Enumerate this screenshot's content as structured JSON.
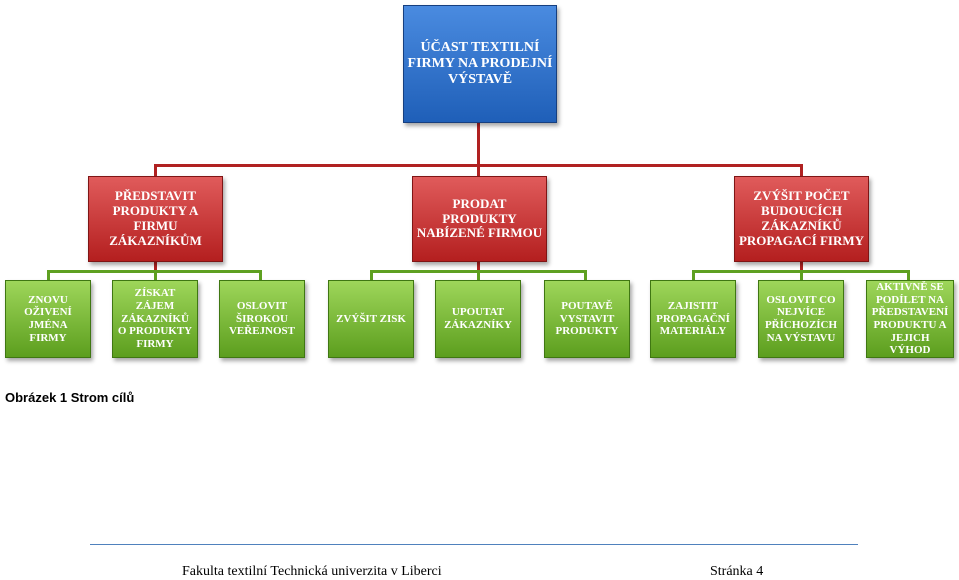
{
  "root": {
    "label": "ÚČAST TEXTILNÍ FIRMY NA PRODEJNÍ VÝSTAVĚ"
  },
  "level1": [
    {
      "label": "PŘEDSTAVIT PRODUKTY A FIRMU ZÁKAZNÍKŮM"
    },
    {
      "label": "PRODAT PRODUKTY NABÍZENÉ FIRMOU"
    },
    {
      "label": "ZVÝŠIT POČET BUDOUCÍCH ZÁKAZNÍKŮ PROPAGACÍ FIRMY"
    }
  ],
  "level2": [
    {
      "label": "ZNOVU OŽIVENÍ JMÉNA FIRMY"
    },
    {
      "label": "ZÍSKAT ZÁJEM ZÁKAZNÍKŮ O PRODUKTY FIRMY"
    },
    {
      "label": "OSLOVIT ŠIROKOU VEŘEJNOST"
    },
    {
      "label": "ZVÝŠIT ZISK"
    },
    {
      "label": "UPOUTAT ZÁKAZNÍKY"
    },
    {
      "label": "POUTAVĚ VYSTAVIT PRODUKTY"
    },
    {
      "label": "ZAJISTIT PROPAGAČNÍ MATERIÁLY"
    },
    {
      "label": "OSLOVIT CO NEJVÍCE PŘÍCHOZÍCH NA VÝSTAVU"
    },
    {
      "label": "AKTIVNĚ SE PODÍLET NA PŘEDSTAVENÍ PRODUKTU A JEJICH VÝHOD"
    }
  ],
  "caption": "Obrázek 1 Strom cílů",
  "footer": {
    "left": "Fakulta textilní Technická univerzita v Liberci",
    "right": "Stránka 4"
  },
  "colors": {
    "root": "#2e6fcc",
    "level1": "#c93636",
    "level2": "#7ab83a"
  }
}
